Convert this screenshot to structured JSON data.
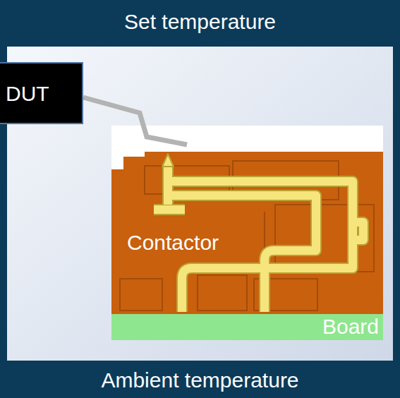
{
  "diagram": {
    "nodes": [
      {
        "text": [
          "DUT"
        ]
      },
      {
        "text": [
          "Contactor"
        ]
      },
      {
        "text": [
          "Board"
        ]
      }
    ],
    "labels": [
      "Set temperature",
      "Ambient temperature"
    ]
  }
}
